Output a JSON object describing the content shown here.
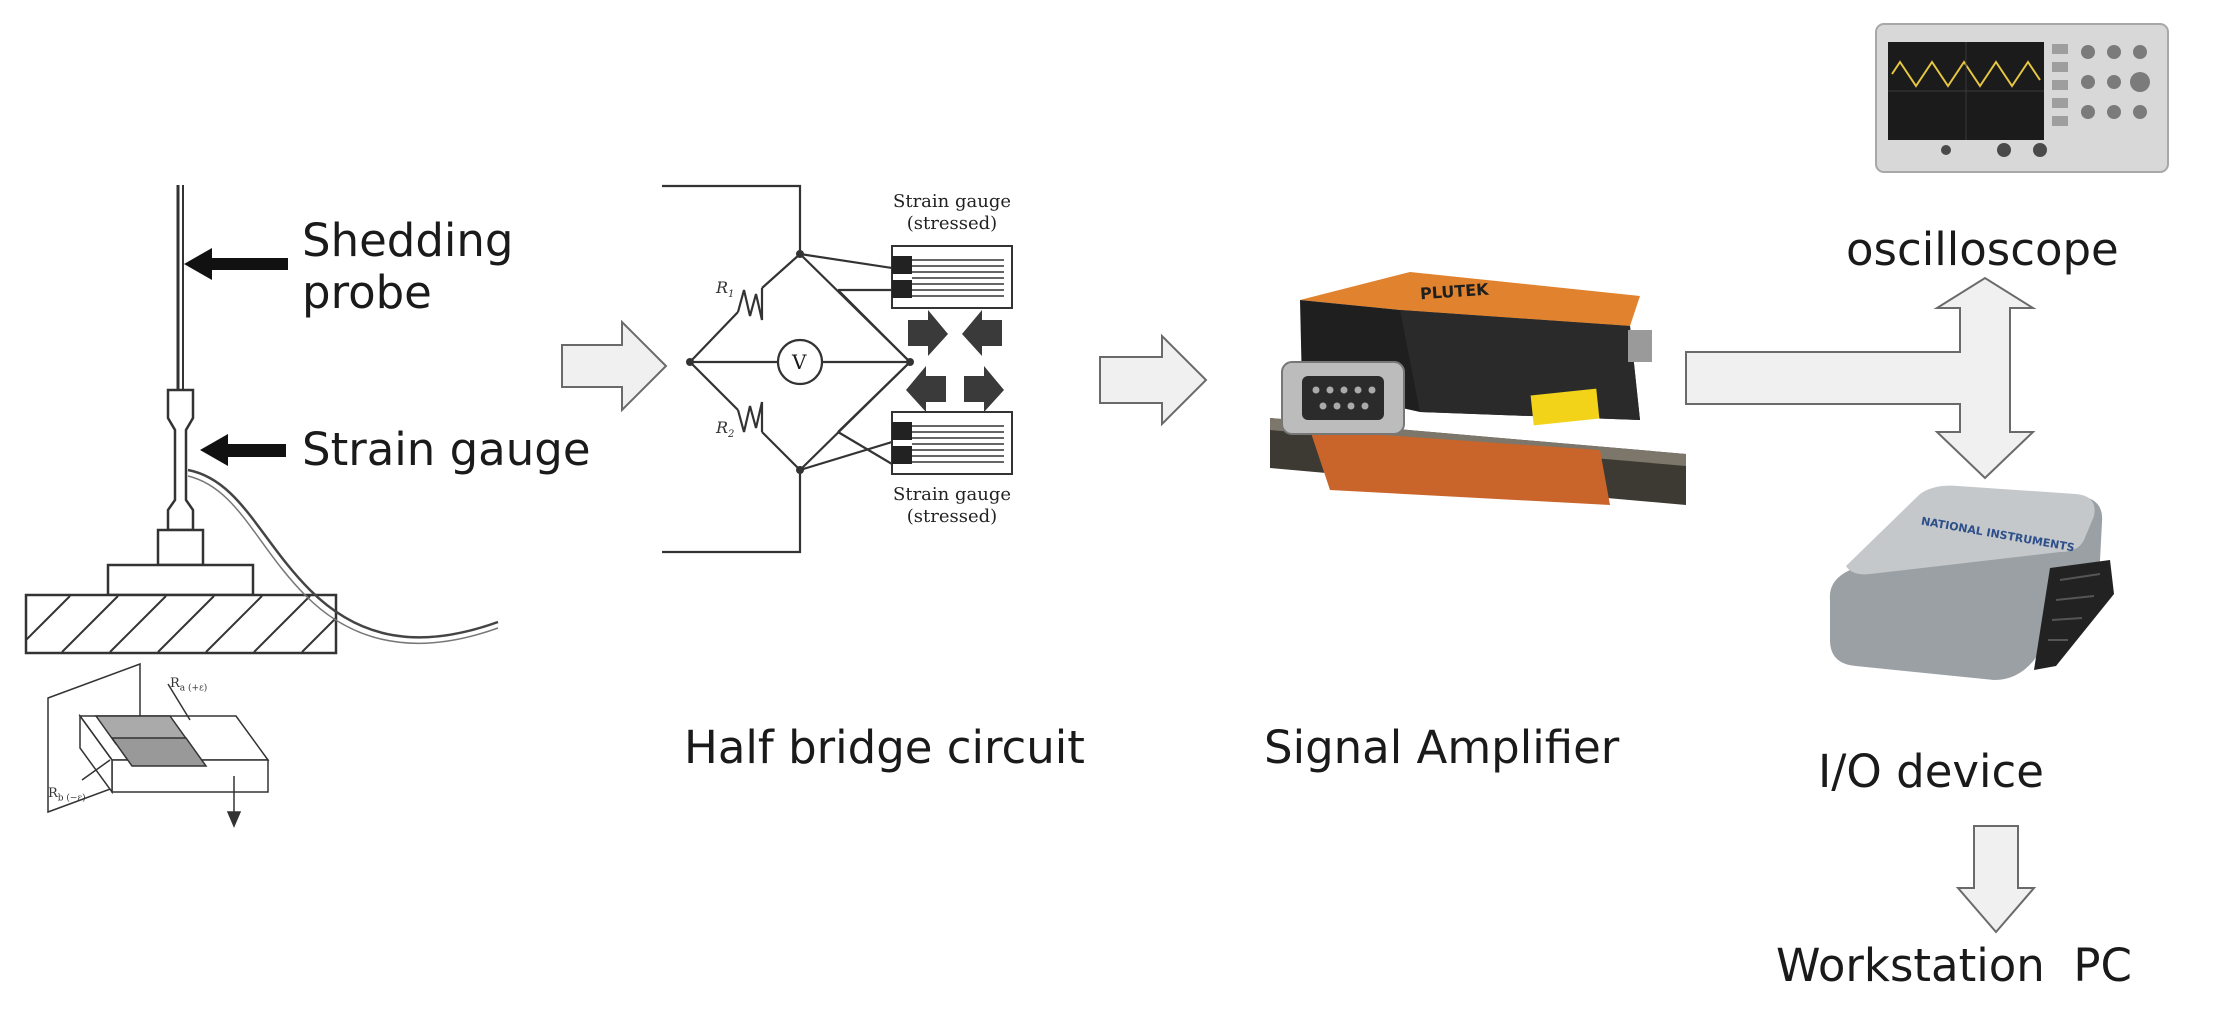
{
  "labels": {
    "shedding_probe_line1": "Shedding",
    "shedding_probe_line2": "probe",
    "strain_gauge": "Strain gauge",
    "half_bridge": "Half bridge circuit",
    "signal_amplifier": "Signal Amplifier",
    "oscilloscope": "oscilloscope",
    "io_device": "I/O device",
    "workstation": "Workstation  PC"
  },
  "circuit": {
    "gauge_top_line1": "Strain gauge",
    "gauge_top_line2": "(stressed)",
    "gauge_bottom_line1": "Strain gauge",
    "gauge_bottom_line2": "(stressed)",
    "r1": "R",
    "r1_sub": "1",
    "r2": "R",
    "r2_sub": "2",
    "voltmeter": "V"
  },
  "inset": {
    "ra": "R",
    "rb": "R",
    "ra_sub": "a (+ε)",
    "rb_sub": "b (−ε)"
  },
  "device": {
    "amp_brand": "PLUTEK",
    "daq_brand": "NATIONAL INSTRUMENTS"
  },
  "colors": {
    "arrow_fill": "#f0f0f0",
    "arrow_stroke": "#6a6a6a",
    "amp_orange": "#e0822e",
    "amp_black": "#1f1f1f",
    "daq_grey": "#a9aeb2",
    "scope_body": "#d8d8d8",
    "scope_screen": "#1b1b1b",
    "scope_wave": "#e6c642"
  }
}
